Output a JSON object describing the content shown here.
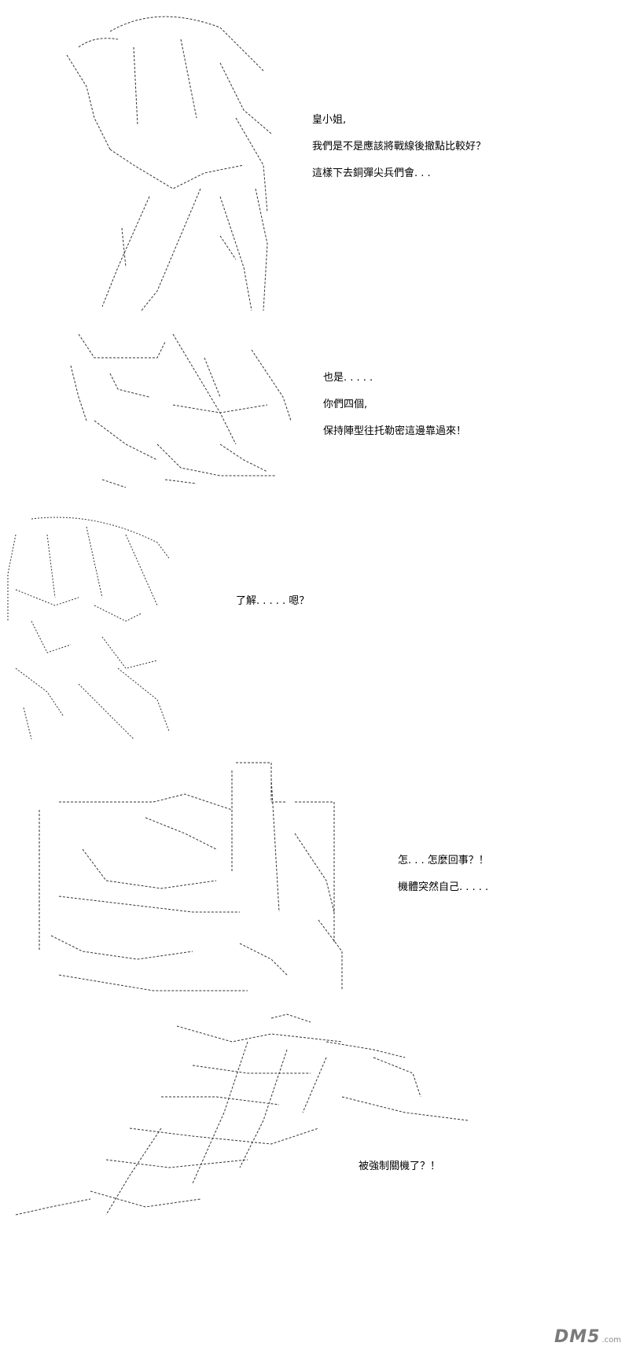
{
  "panels": [
    {
      "lines": [
        "皇小姐,",
        "我們是不是應該將戰線後撤點比較好？",
        "這樣下去銅彈尖兵們會. . ."
      ]
    },
    {
      "lines": [
        "也是. . . . .",
        "你們四個,",
        "保持陣型往托勒密這邊靠過來！"
      ]
    },
    {
      "lines": [
        "了解. . . . . 嗯？"
      ]
    },
    {
      "lines": [
        "怎. . . 怎麼回事？！",
        "機體突然自己. . . . ."
      ]
    },
    {
      "lines": [
        "被強制關機了？！"
      ]
    }
  ],
  "watermark": {
    "text": "DM5",
    "sub": ".com"
  }
}
